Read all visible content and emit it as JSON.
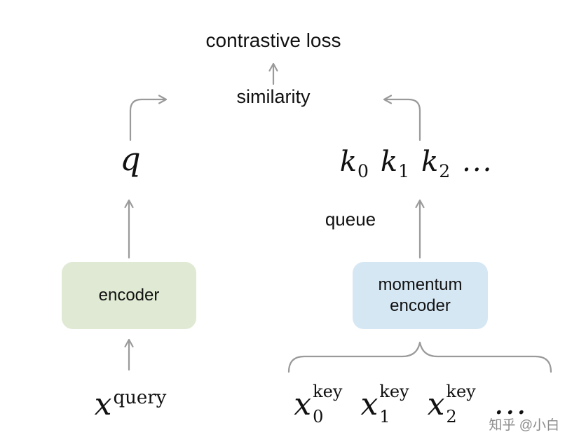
{
  "labels": {
    "loss": "contrastive loss",
    "similarity": "similarity",
    "queue": "queue"
  },
  "boxes": {
    "encoder": "encoder",
    "momentum_line1": "momentum",
    "momentum_line2": "encoder"
  },
  "symbols": {
    "q": "q",
    "keys": [
      {
        "base": "k",
        "sub": "0"
      },
      {
        "base": "k",
        "sub": "1"
      },
      {
        "base": "k",
        "sub": "2"
      }
    ],
    "keys_ellipsis": "...",
    "x_query": {
      "base": "x",
      "sup": "query"
    },
    "x_keys": [
      {
        "base": "x",
        "sub": "0",
        "sup": "key"
      },
      {
        "base": "x",
        "sub": "1",
        "sup": "key"
      },
      {
        "base": "x",
        "sub": "2",
        "sup": "key"
      }
    ],
    "x_keys_ellipsis": "..."
  },
  "watermark": "知乎 @小白",
  "colors": {
    "encoder_box": "#dfe9d3",
    "momentum_box": "#d6e7f4",
    "arrow": "#9a9a9a",
    "text": "#111111",
    "watermark": "#8c8c8c"
  }
}
